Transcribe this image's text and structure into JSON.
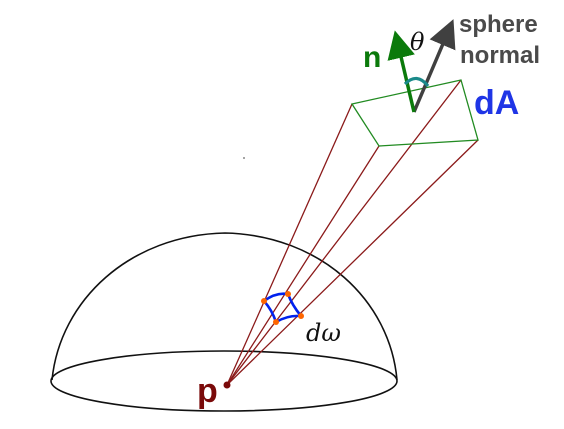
{
  "labels": {
    "n": "n",
    "theta": "θ",
    "sphere": "sphere",
    "normal": "normal",
    "dA": "dA",
    "d_omega": "dω",
    "p": "p"
  },
  "colors": {
    "n_vector": "#0b7a0b",
    "patch_outline": "#228b22",
    "sphere_normal": "#404040",
    "angle_arc": "#1a8a8a",
    "solid_angle_patch": "#0022ee",
    "patch_corners": "#ff6600",
    "rays": "#8b1a1a",
    "hemisphere": "#111111",
    "dA_label": "#1f35e6",
    "p_label": "#7a0a0a"
  }
}
